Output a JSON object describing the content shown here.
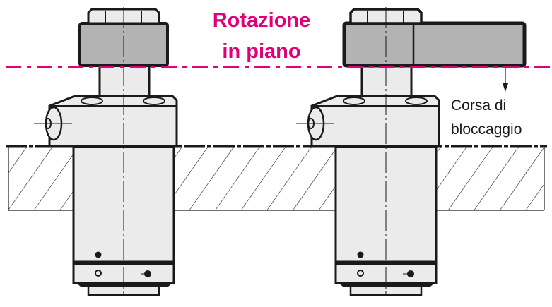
{
  "diagram": {
    "title_line1": "Rotazione",
    "title_line2": "in piano",
    "stroke_label_line1": "Corsa di",
    "stroke_label_line2": "bloccaggio",
    "colors": {
      "accent": "#e0007a",
      "outline": "#1a1a1a",
      "arm_fill": "#b3b3b3",
      "body_fill": "#ebebeb",
      "background": "#ffffff"
    },
    "components": {
      "left_clamp": "swing clamp with short arm (top view rotated)",
      "right_clamp": "swing clamp with long arm extended",
      "base_plate": "hatched section of fixture plate",
      "reference_line": "magenta dash-dot clamping plane",
      "stroke_arrow": "downward arrow indicating clamping stroke"
    }
  }
}
